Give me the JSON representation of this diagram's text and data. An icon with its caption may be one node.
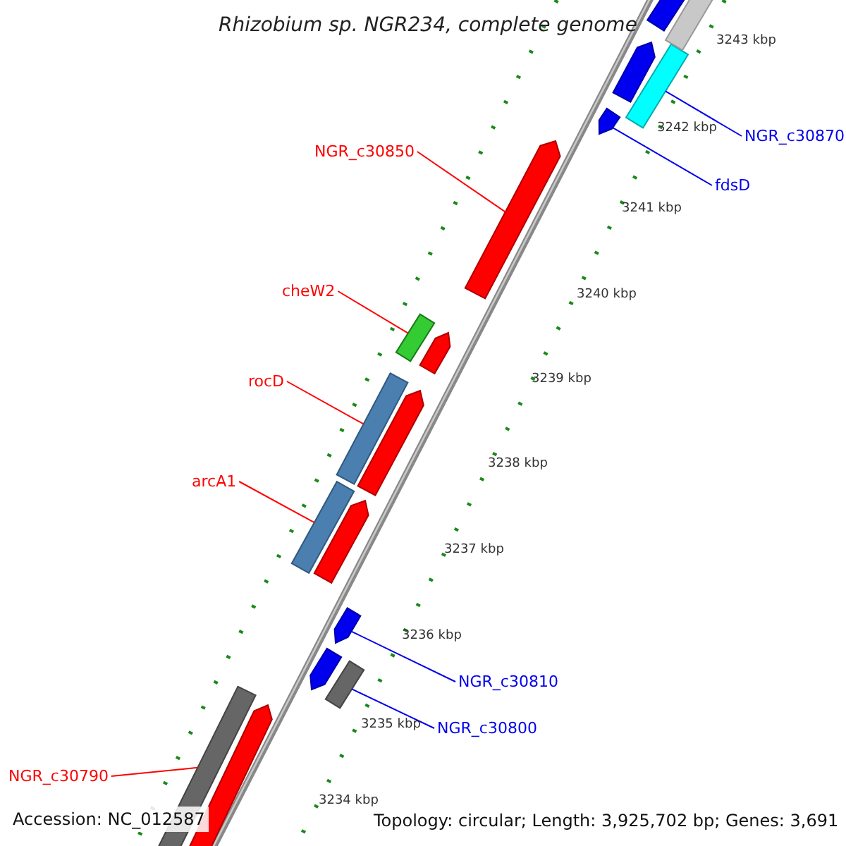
{
  "diagram": {
    "title": "Rhizobium sp. NGR234, complete genome",
    "nodes": [
      {
        "text": [
          "NGR_c30870"
        ]
      },
      {
        "text": [],
        "shape": "bar"
      },
      {
        "text": [
          "fdsD"
        ]
      },
      {
        "text": [],
        "shape": "arrow"
      },
      {
        "text": [
          "NGR_c30850"
        ]
      },
      {
        "text": [],
        "shape": "arrow"
      },
      {
        "text": [
          "cheW2"
        ]
      },
      {
        "text": [],
        "shape": "bar"
      },
      {
        "text": [
          "rocD"
        ]
      },
      {
        "text": [],
        "shape": "bar"
      },
      {
        "text": [
          "arcA1"
        ]
      },
      {
        "text": [],
        "shape": "bar"
      },
      {
        "text": [
          "NGR_c30810"
        ]
      },
      {
        "text": [],
        "shape": "arrow"
      },
      {
        "text": [
          "NGR_c30800"
        ]
      },
      {
        "text": [],
        "shape": "bar"
      },
      {
        "text": [
          "NGR_c30790"
        ]
      },
      {
        "text": [],
        "shape": "bar"
      },
      {
        "text": [],
        "shape": "bar"
      },
      {
        "text": [],
        "shape": "bar"
      },
      {
        "text": [],
        "shape": "arrow"
      },
      {
        "text": [],
        "shape": "arrow"
      },
      {
        "text": [],
        "shape": "arrow"
      },
      {
        "text": [],
        "shape": "arrow"
      },
      {
        "text": [],
        "shape": "arrow"
      },
      {
        "text": [],
        "shape": "arrow"
      }
    ],
    "edges": [
      {
        "from": 0,
        "to": 1,
        "arrow": "none",
        "color": "#0000ee"
      },
      {
        "from": 2,
        "to": 3,
        "arrow": "none",
        "color": "#0000ee"
      },
      {
        "from": 4,
        "to": 5,
        "arrow": "none"
      },
      {
        "from": 6,
        "to": 7,
        "arrow": "none"
      },
      {
        "from": 8,
        "to": 9,
        "arrow": "none"
      },
      {
        "from": 10,
        "to": 11,
        "arrow": "none"
      },
      {
        "from": 12,
        "to": 13,
        "arrow": "none",
        "color": "#0000ee"
      },
      {
        "from": 14,
        "to": 15,
        "arrow": "none",
        "color": "#0000ee"
      },
      {
        "from": 16,
        "to": 17,
        "arrow": "none"
      }
    ],
    "labels": [
      "3243 kbp",
      "3242 kbp",
      "3241 kbp",
      "3240 kbp",
      "3239 kbp",
      "3238 kbp",
      "3237 kbp",
      "3236 kbp",
      "3235 kbp",
      "3234 kbp",
      "Accession: NC_012587",
      "Topology: circular; Length: 3,925,702 bp; Genes: 3,691"
    ]
  }
}
